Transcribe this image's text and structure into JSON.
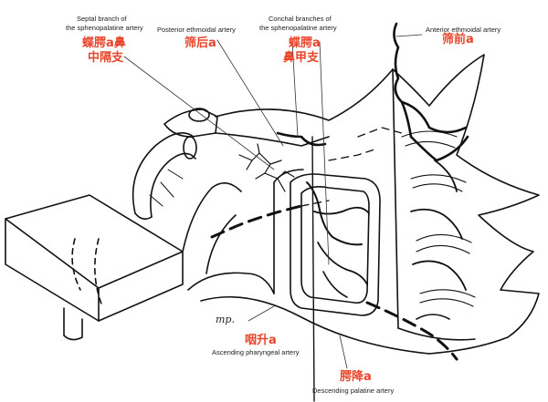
{
  "accent": "#e8462b",
  "labels": {
    "septal": {
      "en1": "Septal branch of",
      "en2": "the sphenopalatine artery",
      "cn1": "蝶腭a鼻",
      "cn2": "中隔支"
    },
    "posterior": {
      "en": "Posterior ethmoidal artery",
      "cn": "筛后a"
    },
    "conchal": {
      "en1": "Conchal branches of",
      "en2": "the sphenopalatine artery",
      "cn1": "蝶腭a",
      "cn2": "鼻甲支"
    },
    "anterior": {
      "en": "Anterior ethmoidal artery",
      "cn": "筛前a"
    },
    "pharyngeal": {
      "cn": "咽升a",
      "en": "Ascending pharyngeal artery"
    },
    "palatine": {
      "cn": "腭降a",
      "en": "Descending palatine artery"
    }
  },
  "signature": "mp."
}
